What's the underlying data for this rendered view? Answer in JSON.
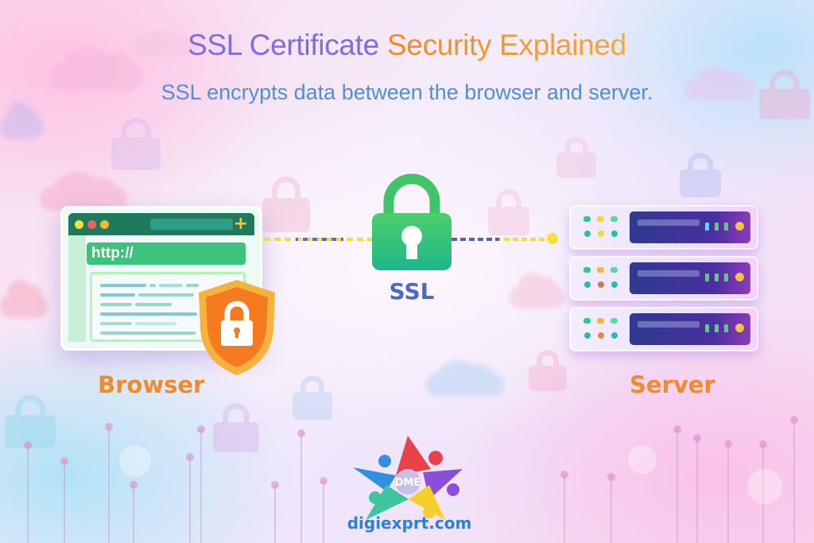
{
  "title": {
    "part1": "SSL Certificate",
    "part2": "Security Explained",
    "colors": {
      "part1": "#7b6fe0",
      "part2": "#f08a24"
    }
  },
  "subtitle": "SSL encrypts data between the browser and server.",
  "browser": {
    "url_text": "http://",
    "label": "Browser",
    "window_controls": [
      "yellow-dot",
      "red-dot",
      "orange-dot"
    ],
    "new_tab_icon": "plus-icon",
    "badge_icon": "shield-lock-icon",
    "colors": {
      "titlebar": "#1f7a5c",
      "urlbar": "#3cc27a",
      "shield": "#f47b20",
      "shield_border": "#f6b23a"
    }
  },
  "ssl": {
    "label": "SSL",
    "icon": "padlock-icon",
    "colors": {
      "lock": "#2fbf74",
      "label": "#4a68c4"
    }
  },
  "server": {
    "label": "Server",
    "units": 3,
    "icon": "server-rack-icon"
  },
  "connection": {
    "left": "browser-to-ssl dashed line",
    "right": "ssl-to-server dashed line"
  },
  "logo": {
    "monogram": "DME",
    "text": "digiexprt.com"
  },
  "colors": {
    "label_orange": "#f08a2a",
    "subtitle_blue": "#4f8fd6"
  }
}
